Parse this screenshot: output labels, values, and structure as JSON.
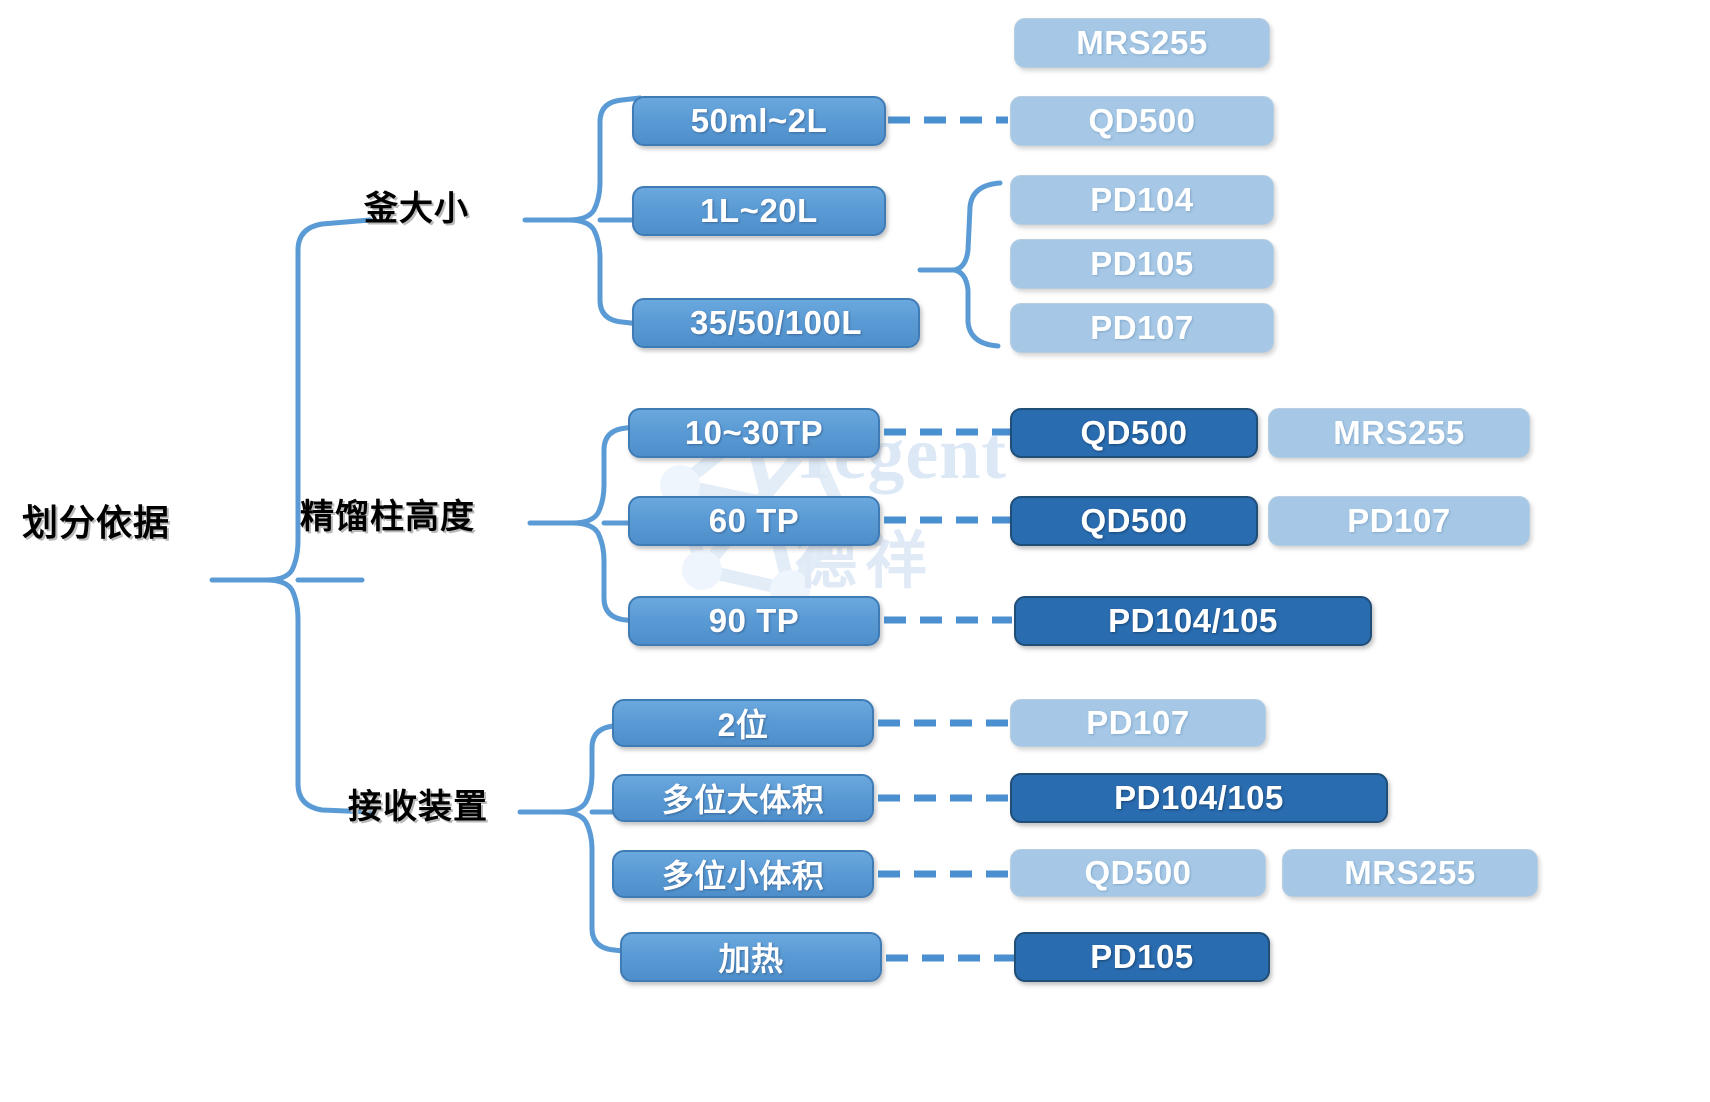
{
  "diagram": {
    "title_text": "划分依据",
    "watermark": {
      "latin": "Tegent",
      "chinese": "德祥"
    },
    "colors": {
      "connector": "#5b9bd5",
      "mid_node_fill": "#5b9bd5",
      "mid_node_border": "#3f7cb5",
      "badge_light_fill": "#a6c8e6",
      "badge_dark_fill": "#2a6cb0",
      "badge_dark_border": "#1f4e79",
      "text_dark": "#000000",
      "text_light": "#ffffff",
      "background": "#ffffff"
    },
    "root": {
      "label": "划分依据"
    },
    "branches": [
      {
        "label": "釜大小",
        "children": [
          {
            "label": "50ml~2L",
            "badges": [
              {
                "text": "MRS255",
                "style": "light"
              },
              {
                "text": "QD500",
                "style": "light"
              }
            ]
          },
          {
            "label": "1L~20L",
            "badges": [
              {
                "text": "PD104",
                "style": "light"
              }
            ]
          },
          {
            "label": "35/50/100L",
            "badges": [
              {
                "text": "PD105",
                "style": "light"
              },
              {
                "text": "PD107",
                "style": "light"
              }
            ]
          }
        ]
      },
      {
        "label": "精馏柱高度",
        "children": [
          {
            "label": "10~30TP",
            "badges": [
              {
                "text": "QD500",
                "style": "dark"
              },
              {
                "text": "MRS255",
                "style": "light"
              }
            ]
          },
          {
            "label": "60 TP",
            "badges": [
              {
                "text": "QD500",
                "style": "dark"
              },
              {
                "text": "PD107",
                "style": "light"
              }
            ]
          },
          {
            "label": "90 TP",
            "badges": [
              {
                "text": "PD104/105",
                "style": "dark"
              }
            ]
          }
        ]
      },
      {
        "label": "接收装置",
        "children": [
          {
            "label": "2位",
            "badges": [
              {
                "text": "PD107",
                "style": "light"
              }
            ]
          },
          {
            "label": "多位大体积",
            "badges": [
              {
                "text": "PD104/105",
                "style": "dark"
              }
            ]
          },
          {
            "label": "多位小体积",
            "badges": [
              {
                "text": "QD500",
                "style": "light"
              },
              {
                "text": "MRS255",
                "style": "light"
              }
            ]
          },
          {
            "label": "加热",
            "badges": [
              {
                "text": "PD105",
                "style": "dark"
              }
            ]
          }
        ]
      }
    ],
    "node_labels": {
      "b0c0": "50ml~2L",
      "b0c1": "1L~20L",
      "b0c2": "35/50/100L",
      "b1c0": "10~30TP",
      "b1c1": "60 TP",
      "b1c2": "90 TP",
      "b2c0": "2位",
      "b2c1": "多位大体积",
      "b2c2": "多位小体积",
      "b2c3": "加热"
    },
    "branch_labels": {
      "b0": "釜大小",
      "b1": "精馏柱高度",
      "b2": "接收装置"
    },
    "badge_labels": {
      "mrs255_a": "MRS255",
      "qd500_a": "QD500",
      "pd104_a": "PD104",
      "pd105_a": "PD105",
      "pd107_a": "PD107",
      "qd500_b": "QD500",
      "mrs255_b": "MRS255",
      "qd500_c": "QD500",
      "pd107_b": "PD107",
      "pd104105_a": "PD104/105",
      "pd107_c": "PD107",
      "pd104105_b": "PD104/105",
      "qd500_d": "QD500",
      "mrs255_c": "MRS255",
      "pd105_b": "PD105"
    }
  }
}
